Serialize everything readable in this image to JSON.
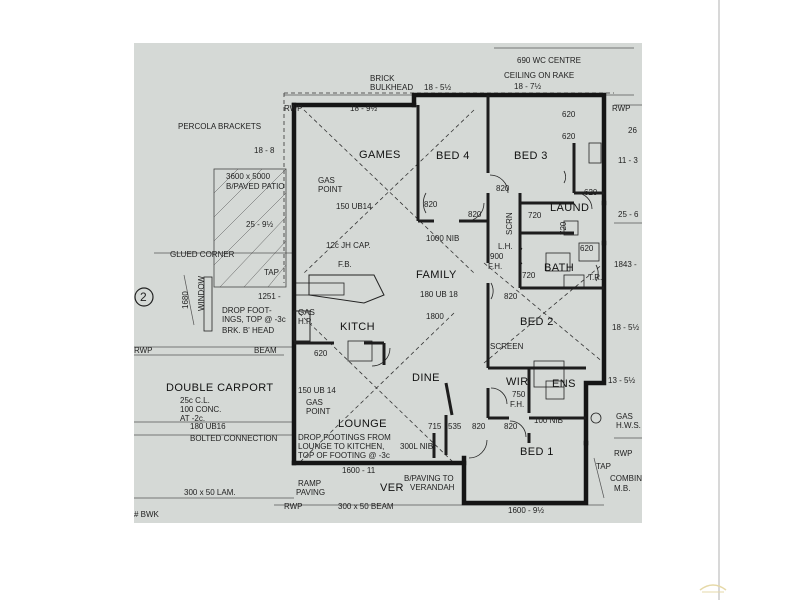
{
  "rooms": {
    "games": "GAMES",
    "bed4": "BED 4",
    "bed3": "BED 3",
    "laund": "LAUND",
    "family": "FAMILY",
    "bath": "BATH",
    "kitch": "KITCH",
    "dine": "DINE",
    "bed2": "BED 2",
    "wir": "WIR",
    "ens": "ENS",
    "lounge": "LOUNGE",
    "bed1": "BED 1",
    "double_carport": "DOUBLE CARPORT",
    "ver": "VER",
    "window": "WINDOW"
  },
  "labels": {
    "wc_centre": "690 WC CENTRE",
    "brick_bulkhead_1": "BRICK",
    "brick_bulkhead_2": "BULKHEAD",
    "ceiling_on_rake": "CEILING ON RAKE",
    "dim_18_5": "18 - 5½",
    "dim_18_7": "18 - 7½",
    "rwp_top_left": "RWP",
    "dim_18_9": "18 - 9½",
    "rwp_top_right": "RWP",
    "percola_brackets": "PERCOLA BRACKETS",
    "dim_18_8": "18 - 8",
    "patio_1": "3600 x 5000",
    "patio_2": "B/PAVED PATIO",
    "gas_point_1": "GAS",
    "gas_point_2": "POINT",
    "ub14": "150 UB14",
    "dim_25_9": "25 - 9½",
    "glued_corner": "GLUED CORNER",
    "jh_cap": "12c JH CAP.",
    "tap_left": "TAP",
    "fb": "F.B.",
    "dim_1680": "1680",
    "dim_1251": "1251 -",
    "ub18": "180 UB 18",
    "nib_1000": "1000 NIB",
    "fh_900a": "900",
    "fh_900b": "F.H.",
    "scrn": "SCRN",
    "lh": "L.H.",
    "tr": "T.R.",
    "dim_1843": "1843 -",
    "drop_1": "DROP FOOT-",
    "drop_2": "INGS, TOP @ -3c",
    "brk_head": "BRK. B' HEAD",
    "gas_hp_1": "GAS",
    "gas_hp_2": "H.P.",
    "dim_1800": "1800",
    "dim_18_5r": "18 - 5½",
    "beam_left": "BEAM",
    "rwp_left": "RWP",
    "screen": "SCREEN",
    "dim_13_5": "13 - 5½",
    "carport_1": "25c C.L.",
    "carport_2": "100 CONC.",
    "carport_3": "AT -2c.",
    "ub14b_1": "150 UB 14",
    "gas_point2_1": "GAS",
    "gas_point2_2": "POINT",
    "fh_750a": "750",
    "fh_750b": "F.H.",
    "nib_100": "100 NIB",
    "gas_hws_1": "GAS",
    "gas_hws_2": "H.W.S.",
    "ub16": "180 UB16",
    "bolted": "BOLTED CONNECTION",
    "lounge_note_1": "DROP FOOTINGS FROM",
    "lounge_note_2": "LOUNGE TO KITCHEN,",
    "lounge_note_3": "TOP OF FOOTING @ -3c",
    "nib_300": "300L NIB",
    "rwp_right": "RWP",
    "tap_right": "TAP",
    "dim_1600_11": "1600 - 11",
    "ramp_1": "RAMP",
    "ramp_2": "PAVING",
    "paving_1": "B/PAVING TO",
    "paving_2": "VERANDAH",
    "lam": "300 x 50 LAM.",
    "combin_1": "COMBIN",
    "combin_2": "M.B.",
    "rwp_bottom": "RWP",
    "beam_bottom": "300 x 50 BEAM",
    "dim_1600_9": "1600 - 9½",
    "bwk": "# BWK",
    "circle_2": "2",
    "d_620_a": "620",
    "d_620_b": "620",
    "d_620_c": "620",
    "d_620_d": "620",
    "d_620_e": "620",
    "d_820_a": "820",
    "d_820_b": "820",
    "d_820_c": "820",
    "d_820_d": "820",
    "d_820_e": "820",
    "d_820_f": "820",
    "d_720_a": "720",
    "d_720_b": "720",
    "d_720_c": "720",
    "d_715": "715",
    "d_535": "535",
    "d_11_3": "11 - 3",
    "d_25_6": "25 - 6",
    "d_26": "26"
  },
  "colors": {
    "paper": "#d5d9d6",
    "ink": "#111111",
    "wall": "#1a1a1a"
  }
}
